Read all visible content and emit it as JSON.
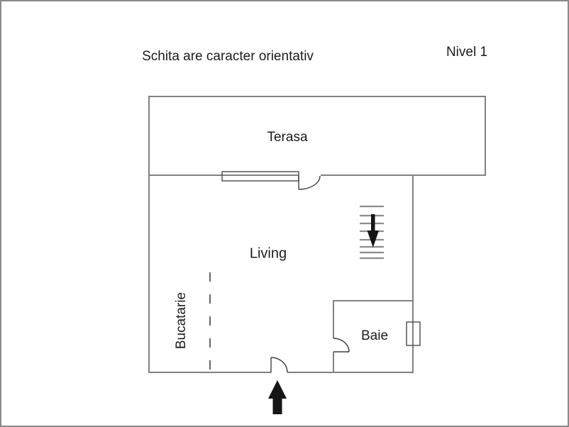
{
  "header": {
    "title": "Schita are caracter orientativ",
    "level": "Nivel 1"
  },
  "rooms": {
    "terasa": {
      "label": "Terasa"
    },
    "living": {
      "label": "Living"
    },
    "bucatarie": {
      "label": "Bucatarie"
    },
    "baie": {
      "label": "Baie"
    }
  },
  "icons": {
    "stairs_direction": "stairs-down-arrow",
    "entrance_direction": "entrance-up-arrow"
  },
  "colors": {
    "background": "#ffffff",
    "frame": "#8a8a8a",
    "wall": "#818181",
    "stairs": "#8d8d8d",
    "door_detail": "#3f3f3f",
    "arrow": "#161616",
    "text": "#1c1c1c"
  }
}
